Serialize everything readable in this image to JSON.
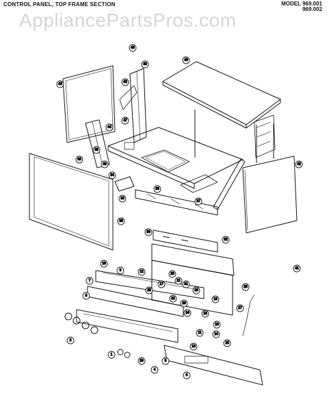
{
  "header": {
    "title": "CONTROL PANEL, TOP FRAME SECTION",
    "model_label": "MODEL 969.001",
    "model_label_2": "969.002"
  },
  "watermark": "AppliancePartsPros.com",
  "callouts": [
    {
      "id": "c48",
      "label": "48"
    },
    {
      "id": "c46",
      "label": "46"
    },
    {
      "id": "c49",
      "label": "49"
    },
    {
      "id": "c43",
      "label": "43"
    },
    {
      "id": "c45",
      "label": "45"
    },
    {
      "id": "c47",
      "label": "47"
    },
    {
      "id": "c44",
      "label": "44"
    },
    {
      "id": "c38",
      "label": "38"
    },
    {
      "id": "c42",
      "label": "42"
    },
    {
      "id": "c39",
      "label": "39"
    },
    {
      "id": "c40",
      "label": "40"
    },
    {
      "id": "c34",
      "label": "34"
    },
    {
      "id": "c36",
      "label": "36"
    },
    {
      "id": "c37",
      "label": "37"
    },
    {
      "id": "c33",
      "label": "33"
    },
    {
      "id": "c30",
      "label": "30"
    },
    {
      "id": "c32",
      "label": "32"
    },
    {
      "id": "c35",
      "label": "35"
    },
    {
      "id": "c41",
      "label": "41"
    },
    {
      "id": "c10",
      "label": "10"
    },
    {
      "id": "c9",
      "label": "9"
    },
    {
      "id": "c12",
      "label": "12"
    },
    {
      "id": "c7",
      "label": "7"
    },
    {
      "id": "c8",
      "label": "8"
    },
    {
      "id": "c17",
      "label": "17"
    },
    {
      "id": "c23",
      "label": "23"
    },
    {
      "id": "c21",
      "label": "21"
    },
    {
      "id": "c31",
      "label": "31"
    },
    {
      "id": "c29",
      "label": "29"
    },
    {
      "id": "c28",
      "label": "28"
    },
    {
      "id": "c25",
      "label": "25"
    },
    {
      "id": "c22",
      "label": "22"
    },
    {
      "id": "c20",
      "label": "20"
    },
    {
      "id": "c16",
      "label": "16"
    },
    {
      "id": "c18",
      "label": "18"
    },
    {
      "id": "c19",
      "label": "19"
    },
    {
      "id": "c27",
      "label": "27"
    },
    {
      "id": "c24",
      "label": "24"
    },
    {
      "id": "c11",
      "label": "11"
    },
    {
      "id": "c14",
      "label": "14"
    },
    {
      "id": "c15",
      "label": "15"
    },
    {
      "id": "c13",
      "label": "13"
    },
    {
      "id": "c2",
      "label": "2"
    },
    {
      "id": "c1",
      "label": "1"
    },
    {
      "id": "c26",
      "label": "26"
    },
    {
      "id": "c5",
      "label": "5"
    },
    {
      "id": "c4",
      "label": "4"
    },
    {
      "id": "c6",
      "label": "6"
    }
  ]
}
